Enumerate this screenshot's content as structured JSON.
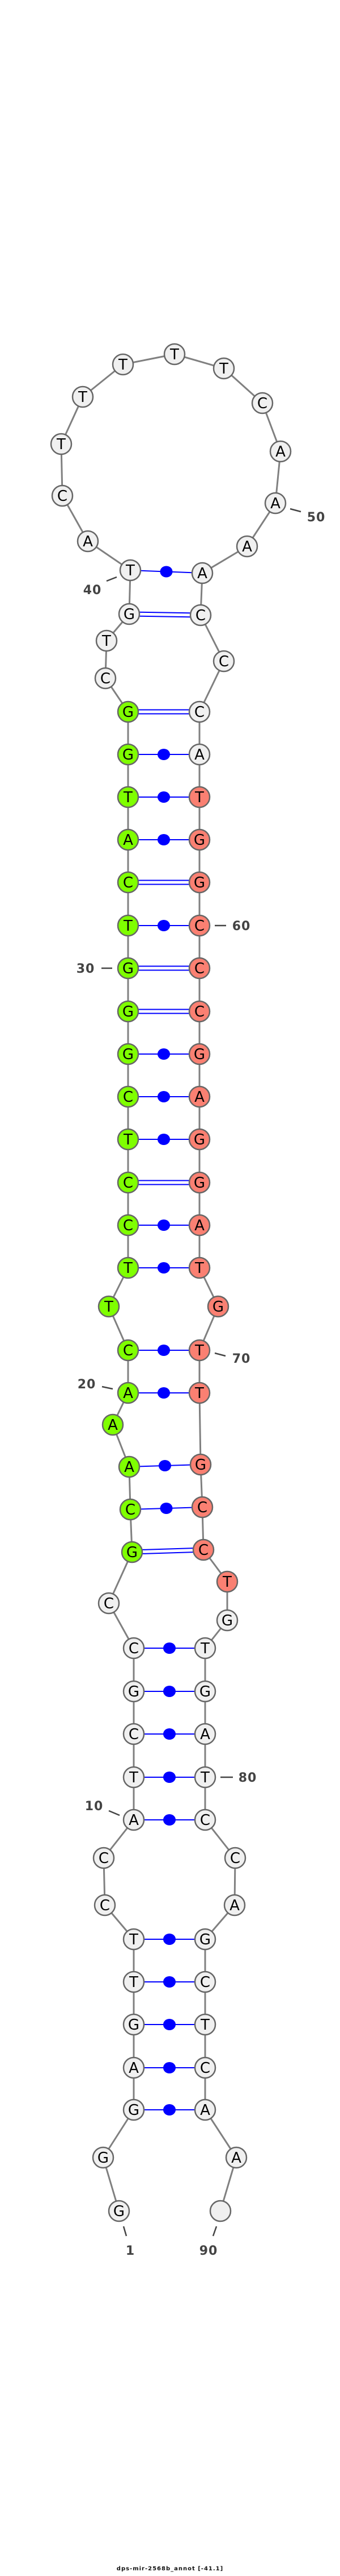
{
  "title": "dps-mir-2568b_annot [-41.1]",
  "sequence": [
    "G",
    "G",
    "G",
    "A",
    "G",
    "T",
    "T",
    "C",
    "C",
    "A",
    "T",
    "C",
    "G",
    "C",
    "C",
    "G",
    "C",
    "A",
    "A",
    "A",
    "C",
    "T",
    "T",
    "C",
    "C",
    "T",
    "C",
    "G",
    "G",
    "G",
    "T",
    "C",
    "A",
    "T",
    "G",
    "G",
    "C",
    "T",
    "G",
    "T",
    "A",
    "C",
    "T",
    "T",
    "T",
    "T",
    "T",
    "C",
    "A",
    "A",
    "A",
    "A",
    "C",
    "C",
    "C",
    "A",
    "T",
    "G",
    "G",
    "C",
    "C",
    "C",
    "G",
    "A",
    "G",
    "G",
    "A",
    "T",
    "G",
    "T",
    "T",
    "G",
    "C",
    "C",
    "T",
    "G",
    "T",
    "G",
    "A",
    "T",
    "C",
    "C",
    "A",
    "G",
    "C",
    "T",
    "C",
    "A",
    "A"
  ],
  "pairs": [
    [
      3,
      88
    ],
    [
      4,
      87
    ],
    [
      5,
      86
    ],
    [
      6,
      85
    ],
    [
      7,
      84
    ],
    [
      10,
      81
    ],
    [
      11,
      80
    ],
    [
      12,
      79
    ],
    [
      13,
      78
    ],
    [
      14,
      77
    ],
    [
      16,
      74
    ],
    [
      17,
      73
    ],
    [
      18,
      72
    ],
    [
      20,
      71
    ],
    [
      21,
      70
    ],
    [
      23,
      68
    ],
    [
      24,
      67
    ],
    [
      25,
      66
    ],
    [
      26,
      65
    ],
    [
      27,
      64
    ],
    [
      28,
      63
    ],
    [
      29,
      62
    ],
    [
      30,
      61
    ],
    [
      31,
      60
    ],
    [
      32,
      59
    ],
    [
      33,
      58
    ],
    [
      34,
      57
    ],
    [
      35,
      56
    ],
    [
      36,
      55
    ],
    [
      39,
      53
    ],
    [
      40,
      52
    ]
  ],
  "position_labels": [
    "1",
    "10",
    "20",
    "30",
    "40",
    "50",
    "60",
    "70",
    "80",
    "90"
  ],
  "colors": {
    "unpaired_fill": "#f0f0f0",
    "mature_5p_fill": "#7fff00",
    "mature_3p_fill": "#fa8072",
    "pair_line": "#0000ff",
    "backbone": "#808080"
  },
  "highlight_ranges": {
    "mature_5p": [
      16,
      36
    ],
    "mature_3p": [
      57,
      75
    ]
  }
}
